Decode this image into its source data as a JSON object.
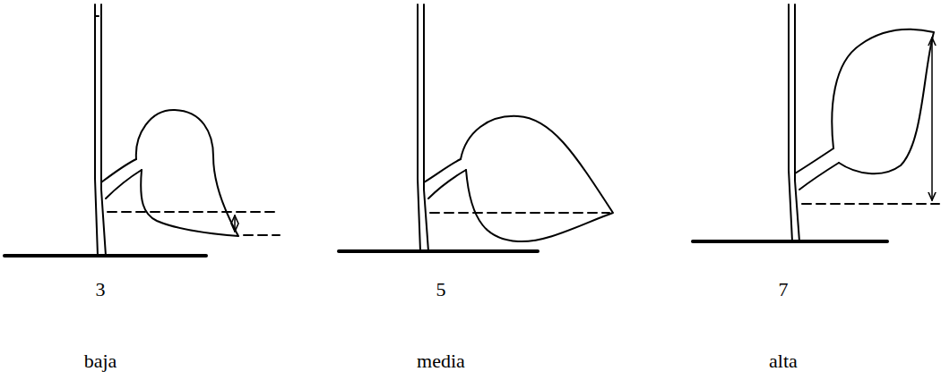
{
  "diagram": {
    "labels": [
      "3",
      "5",
      "7",
      "baja",
      "media",
      "alta"
    ]
  }
}
